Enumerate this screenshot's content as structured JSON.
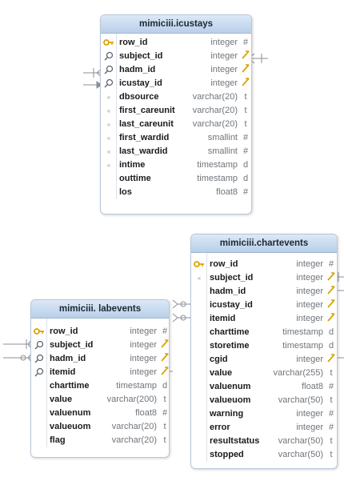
{
  "tables": {
    "icustays": {
      "title": "mimiciii.icustays",
      "rows": [
        {
          "name": "row_id",
          "type": "integer",
          "flag": "#",
          "icon": "key"
        },
        {
          "name": "subject_id",
          "type": "integer",
          "flag": "fk",
          "icon": "search"
        },
        {
          "name": "hadm_id",
          "type": "integer",
          "flag": "fk",
          "icon": "search"
        },
        {
          "name": "icustay_id",
          "type": "integer",
          "flag": "fk",
          "icon": "search"
        },
        {
          "name": "dbsource",
          "type": "varchar(20)",
          "flag": "t",
          "icon": "dot"
        },
        {
          "name": "first_careunit",
          "type": "varchar(20)",
          "flag": "t",
          "icon": "dot"
        },
        {
          "name": "last_careunit",
          "type": "varchar(20)",
          "flag": "t",
          "icon": "dot"
        },
        {
          "name": "first_wardid",
          "type": "smallint",
          "flag": "#",
          "icon": "dot"
        },
        {
          "name": "last_wardid",
          "type": "smallint",
          "flag": "#",
          "icon": "dot"
        },
        {
          "name": "intime",
          "type": "timestamp",
          "flag": "d",
          "icon": "dot"
        },
        {
          "name": "outtime",
          "type": "timestamp",
          "flag": "d",
          "icon": "none"
        },
        {
          "name": "los",
          "type": "float8",
          "flag": "#",
          "icon": "none"
        }
      ]
    },
    "chartevents": {
      "title": "mimiciii.chartevents",
      "rows": [
        {
          "name": "row_id",
          "type": "integer",
          "flag": "#",
          "icon": "key"
        },
        {
          "name": "subject_id",
          "type": "integer",
          "flag": "fk",
          "icon": "dot"
        },
        {
          "name": "hadm_id",
          "type": "integer",
          "flag": "fk",
          "icon": "none"
        },
        {
          "name": "icustay_id",
          "type": "integer",
          "flag": "fk",
          "icon": "none"
        },
        {
          "name": "itemid",
          "type": "integer",
          "flag": "fk",
          "icon": "none"
        },
        {
          "name": "charttime",
          "type": "timestamp",
          "flag": "d",
          "icon": "none"
        },
        {
          "name": "storetime",
          "type": "timestamp",
          "flag": "d",
          "icon": "none"
        },
        {
          "name": "cgid",
          "type": "integer",
          "flag": "fk",
          "icon": "none"
        },
        {
          "name": "value",
          "type": "varchar(255)",
          "flag": "t",
          "icon": "none"
        },
        {
          "name": "valuenum",
          "type": "float8",
          "flag": "#",
          "icon": "none"
        },
        {
          "name": "valueuom",
          "type": "varchar(50)",
          "flag": "t",
          "icon": "none"
        },
        {
          "name": "warning",
          "type": "integer",
          "flag": "#",
          "icon": "none"
        },
        {
          "name": "error",
          "type": "integer",
          "flag": "#",
          "icon": "none"
        },
        {
          "name": "resultstatus",
          "type": "varchar(50)",
          "flag": "t",
          "icon": "none"
        },
        {
          "name": "stopped",
          "type": "varchar(50)",
          "flag": "t",
          "icon": "none"
        }
      ]
    },
    "labevents": {
      "title": "mimiciii. labevents",
      "rows": [
        {
          "name": "row_id",
          "type": "integer",
          "flag": "#",
          "icon": "key"
        },
        {
          "name": "subject_id",
          "type": "integer",
          "flag": "fk",
          "icon": "search"
        },
        {
          "name": "hadm_id",
          "type": "integer",
          "flag": "fk",
          "icon": "search"
        },
        {
          "name": "itemid",
          "type": "integer",
          "flag": "fk",
          "icon": "search"
        },
        {
          "name": "charttime",
          "type": "timestamp",
          "flag": "d",
          "icon": "none"
        },
        {
          "name": "value",
          "type": "varchar(200)",
          "flag": "t",
          "icon": "none"
        },
        {
          "name": "valuenum",
          "type": "float8",
          "flag": "#",
          "icon": "none"
        },
        {
          "name": "valueuom",
          "type": "varchar(20)",
          "flag": "t",
          "icon": "none"
        },
        {
          "name": "flag",
          "type": "varchar(20)",
          "flag": "t",
          "icon": "none"
        }
      ]
    }
  },
  "colors": {
    "header_top": "#dce9f7",
    "header_bottom": "#b9cfe8",
    "fk_marker": "#d9a400",
    "connector": "#8a9099",
    "key_icon": "#e0a100"
  }
}
